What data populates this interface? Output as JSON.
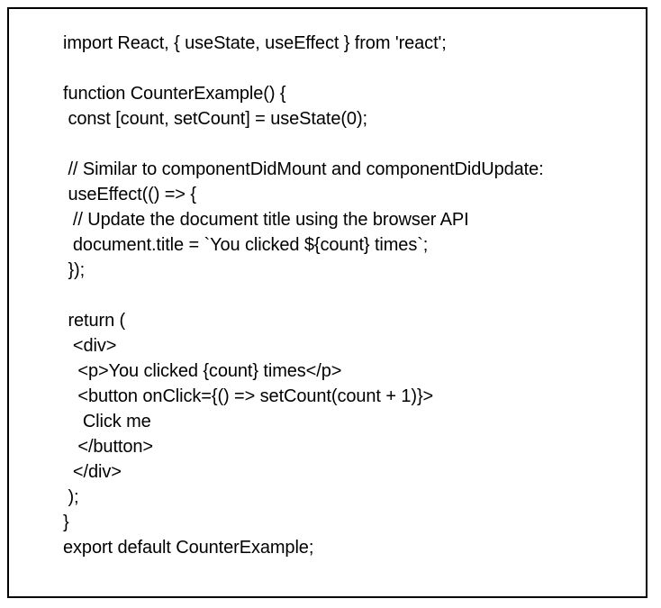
{
  "page": {
    "background_color": "#ffffff",
    "text_color": "#000000",
    "frame_border_color": "#000000"
  },
  "code": {
    "lines": [
      "import React, { useState, useEffect } from 'react';",
      "",
      "function CounterExample() {",
      " const [count, setCount] = useState(0);",
      "",
      " // Similar to componentDidMount and componentDidUpdate:",
      " useEffect(() => {",
      "  // Update the document title using the browser API",
      "  document.title = `You clicked ${count} times`;",
      " });",
      "",
      " return (",
      "  <div>",
      "   <p>You clicked {count} times</p>",
      "   <button onClick={() => setCount(count + 1)}>",
      "    Click me",
      "   </button>",
      "  </div>",
      " );",
      "}",
      "export default CounterExample;"
    ]
  }
}
